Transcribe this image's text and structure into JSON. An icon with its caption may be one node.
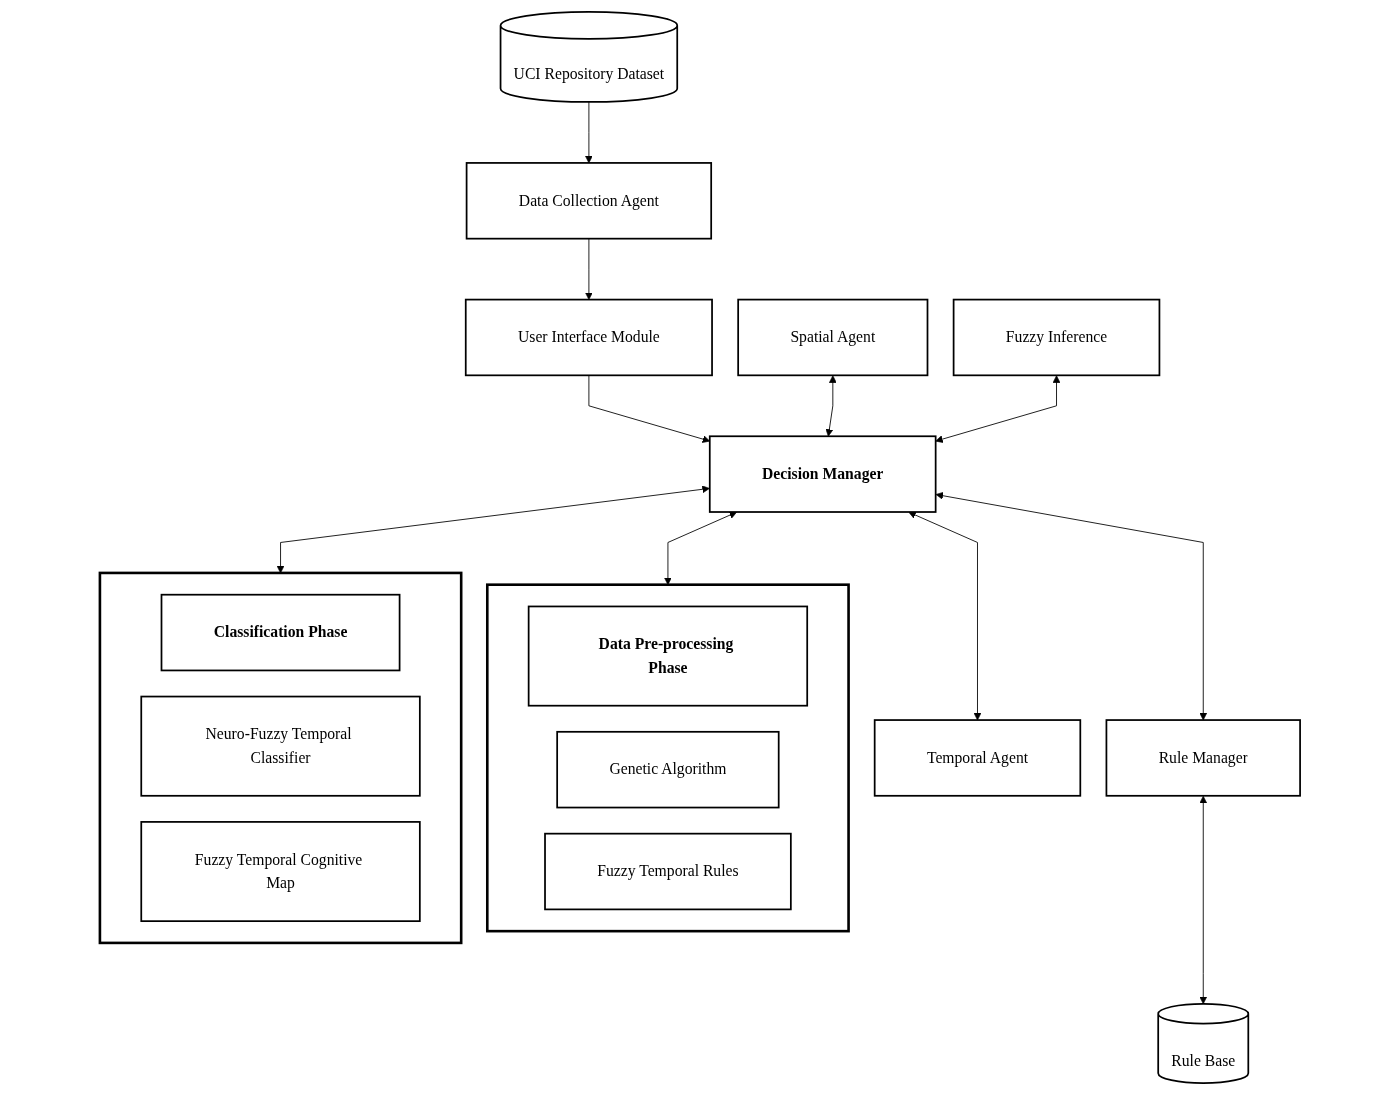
{
  "diagram": {
    "nodes": [
      {
        "text": [
          "UCI Repository Dataset"
        ]
      },
      {
        "text": [
          "Data Collection Agent"
        ]
      },
      {
        "text": [
          "User Interface Module"
        ]
      },
      {
        "text": [
          "Spatial Agent"
        ]
      },
      {
        "text": [
          "Fuzzy Inference"
        ]
      },
      {
        "text": [
          "Decision Manager"
        ]
      },
      {
        "text": [
          "Temporal Agent"
        ]
      },
      {
        "text": [],
        "shape": "box"
      },
      {
        "text": [
          "Data Pre-processing Phase"
        ],
        "in": 7
      },
      {
        "text": [
          "Genetic Algorithm"
        ],
        "in": 7
      },
      {
        "text": [
          "Fuzzy Temporal Rules"
        ],
        "in": 7
      },
      {
        "text": [],
        "shape": "box"
      },
      {
        "text": [
          "Classification Phase"
        ],
        "in": 11
      },
      {
        "text": [
          "Neuro-Fuzzy Temporal Classifier"
        ],
        "in": 11
      },
      {
        "text": [
          "Fuzzy Temporal Cognitive Map"
        ],
        "in": 11
      },
      {
        "text": [
          "Rule Manager"
        ]
      },
      {
        "text": [
          "Rule Base"
        ]
      }
    ],
    "edges": [
      {
        "from": 0,
        "to": 1,
        "arrow": "to"
      },
      {
        "from": 1,
        "to": 2,
        "arrow": "to"
      },
      {
        "from": 2,
        "to": 5,
        "arrow": "to"
      },
      {
        "from": 3,
        "to": 5,
        "arrow": "both"
      },
      {
        "from": 4,
        "to": 5,
        "arrow": "both"
      },
      {
        "from": 5,
        "to": 6,
        "arrow": "both"
      },
      {
        "from": 5,
        "to": 7,
        "arrow": "both"
      },
      {
        "from": 5,
        "to": 11,
        "arrow": "both"
      },
      {
        "from": 5,
        "to": 15,
        "arrow": "both"
      },
      {
        "from": 15,
        "to": 16,
        "arrow": "both"
      }
    ]
  }
}
